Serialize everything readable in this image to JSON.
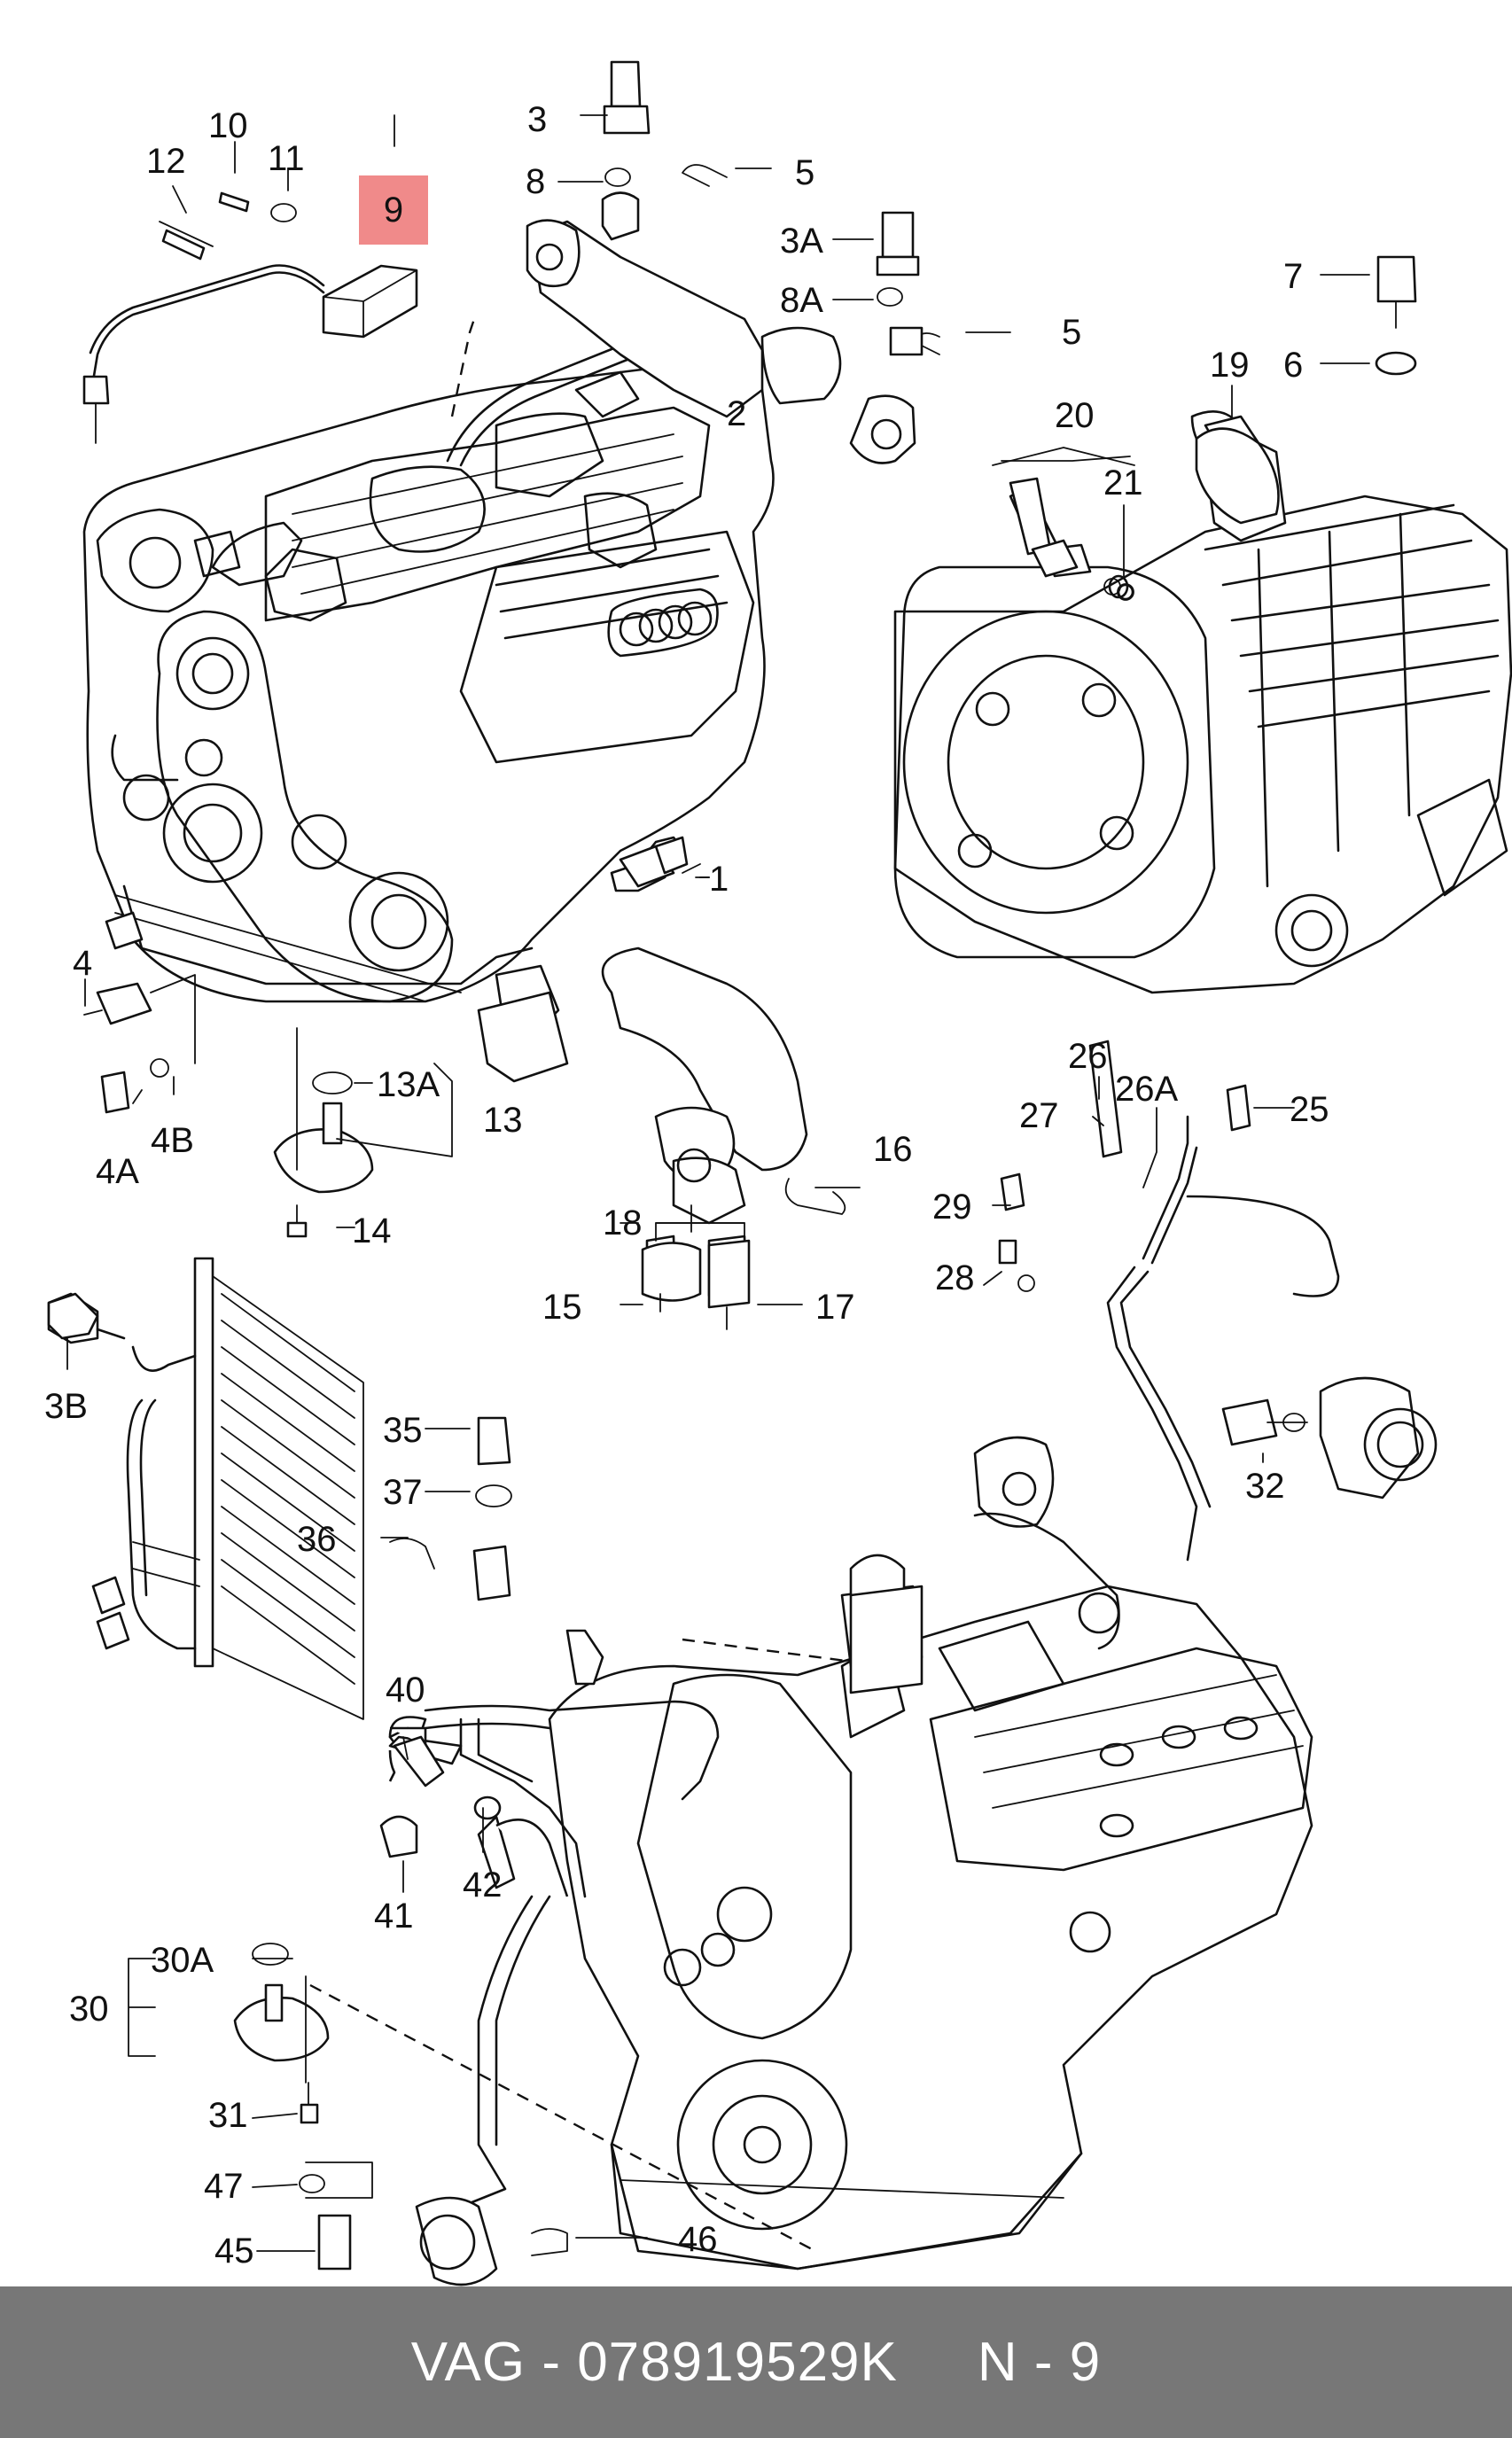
{
  "callouts": [
    {
      "id": "c1",
      "text": "1"
    },
    {
      "id": "c2",
      "text": "2"
    },
    {
      "id": "c3",
      "text": "3"
    },
    {
      "id": "c3a",
      "text": "3A"
    },
    {
      "id": "c3b",
      "text": "3B"
    },
    {
      "id": "c4",
      "text": "4"
    },
    {
      "id": "c4a",
      "text": "4A"
    },
    {
      "id": "c4b",
      "text": "4B"
    },
    {
      "id": "c5a",
      "text": "5"
    },
    {
      "id": "c5b",
      "text": "5"
    },
    {
      "id": "c6",
      "text": "6"
    },
    {
      "id": "c7",
      "text": "7"
    },
    {
      "id": "c8",
      "text": "8"
    },
    {
      "id": "c8a",
      "text": "8A"
    },
    {
      "id": "c9",
      "text": "9"
    },
    {
      "id": "c10",
      "text": "10"
    },
    {
      "id": "c11",
      "text": "11"
    },
    {
      "id": "c12",
      "text": "12"
    },
    {
      "id": "c13",
      "text": "13"
    },
    {
      "id": "c13a",
      "text": "13A"
    },
    {
      "id": "c14",
      "text": "14"
    },
    {
      "id": "c15",
      "text": "15"
    },
    {
      "id": "c16",
      "text": "16"
    },
    {
      "id": "c17",
      "text": "17"
    },
    {
      "id": "c18",
      "text": "18"
    },
    {
      "id": "c19",
      "text": "19"
    },
    {
      "id": "c20",
      "text": "20"
    },
    {
      "id": "c21",
      "text": "21"
    },
    {
      "id": "c25",
      "text": "25"
    },
    {
      "id": "c26",
      "text": "26"
    },
    {
      "id": "c26a",
      "text": "26A"
    },
    {
      "id": "c27",
      "text": "27"
    },
    {
      "id": "c28",
      "text": "28"
    },
    {
      "id": "c29",
      "text": "29"
    },
    {
      "id": "c30",
      "text": "30"
    },
    {
      "id": "c30a",
      "text": "30A"
    },
    {
      "id": "c31",
      "text": "31"
    },
    {
      "id": "c32",
      "text": "32"
    },
    {
      "id": "c35",
      "text": "35"
    },
    {
      "id": "c36",
      "text": "36"
    },
    {
      "id": "c37",
      "text": "37"
    },
    {
      "id": "c40",
      "text": "40"
    },
    {
      "id": "c41",
      "text": "41"
    },
    {
      "id": "c42",
      "text": "42"
    },
    {
      "id": "c45",
      "text": "45"
    },
    {
      "id": "c46",
      "text": "46"
    },
    {
      "id": "c47",
      "text": "47"
    }
  ],
  "highlighted_callout": "9",
  "highlight_color": "#f08a8a",
  "footer": {
    "brand": "VAG",
    "separator": "-",
    "part_number": "078919529K",
    "position_label": "N - 9",
    "background": "#777777"
  }
}
